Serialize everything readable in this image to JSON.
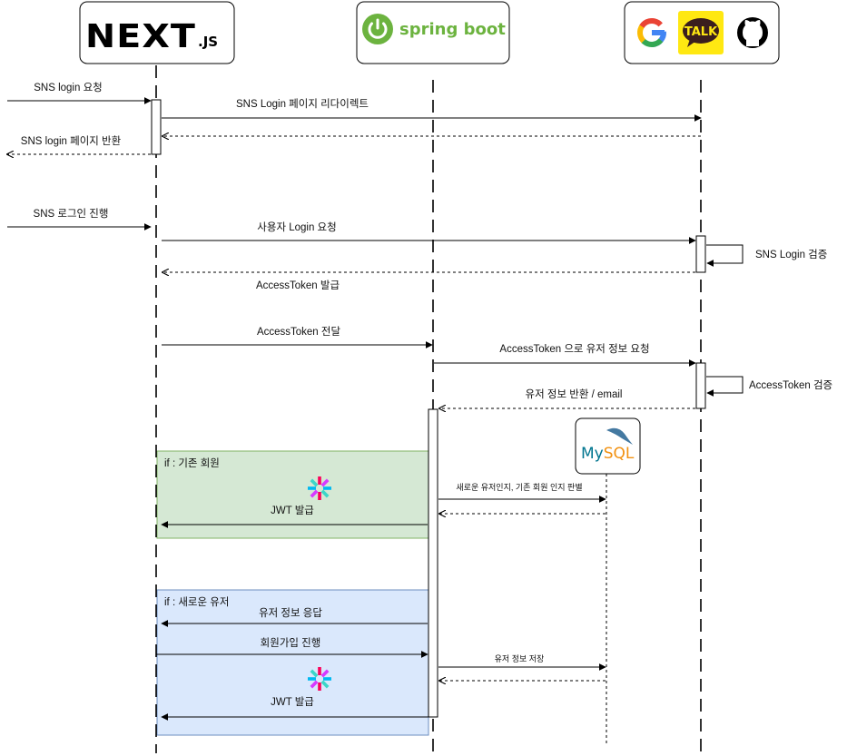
{
  "participants": {
    "nextjs": {
      "brand": "NEXT",
      "suffix": ".JS"
    },
    "springboot": {
      "brand": "spring boot",
      "accent": "#6cb33f"
    },
    "oauth": {
      "providers": [
        "google-icon",
        "kakao-talk-icon",
        "github-icon"
      ],
      "kakao_label": "TALK",
      "kakao_color": "#ffe812"
    },
    "mysql": {
      "my": "My",
      "sql": "SQL"
    }
  },
  "colors": {
    "existing_member_fill": "#d5e8d4",
    "existing_member_stroke": "#82b366",
    "new_user_fill": "#dae8fc",
    "new_user_stroke": "#6c8ebf"
  },
  "messages": {
    "sns_login_request": "SNS login 요청",
    "sns_login_redirect": "SNS Login 페이지 리다이렉트",
    "sns_login_page_return": "SNS login 페이지 반환",
    "sns_login_progress": "SNS 로그인 진행",
    "user_login_request": "사용자 Login 요청",
    "sns_login_verify": "SNS Login 검증",
    "access_token_issue": "AccessToken 발급",
    "access_token_pass": "AccessToken 전달",
    "user_info_request": "AccessToken 으로 유저 정보 요청",
    "access_token_verify": "AccessToken 검증",
    "user_info_return": "유저 정보 반환 / email",
    "member_check": "새로운 유저인지, 기존 회원 인지 판별",
    "jwt_issue_existing": "JWT 발급",
    "user_info_response": "유저 정보 응답",
    "signup_progress": "회원가입 진행",
    "user_info_save": "유저 정보 저장",
    "jwt_issue_new": "JWT 발급"
  },
  "fragments": {
    "existing_member": "if : 기존 회원",
    "new_user": "if : 새로운 유저"
  }
}
